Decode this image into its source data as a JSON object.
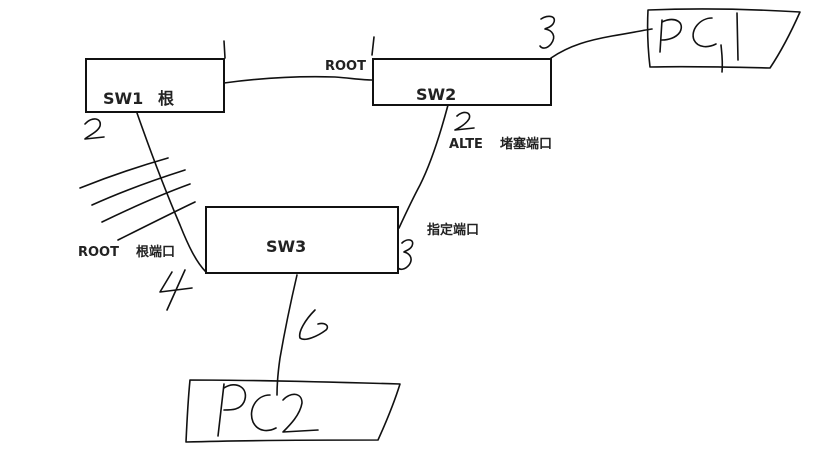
{
  "switches": {
    "sw1": {
      "name": "SW1",
      "role": "根"
    },
    "sw2": {
      "name": "SW2"
    },
    "sw3": {
      "name": "SW3"
    }
  },
  "port_labels": {
    "sw2_root": "ROOT",
    "sw2_alte": "ALTE",
    "sw2_blocked": "堵塞端口",
    "sw3_designated": "指定端口",
    "sw3_root": "ROOT",
    "sw3_root_port": "根端口"
  },
  "handwritten": {
    "sw1_port": "2",
    "sw2_pc1_port": "3",
    "sw2_sw3_port": "2",
    "sw3_sw2_port": "3",
    "sw3_sw1_port": "4",
    "sw3_pc2_port": "6",
    "pc1": "PC1",
    "pc2": "PC2"
  }
}
